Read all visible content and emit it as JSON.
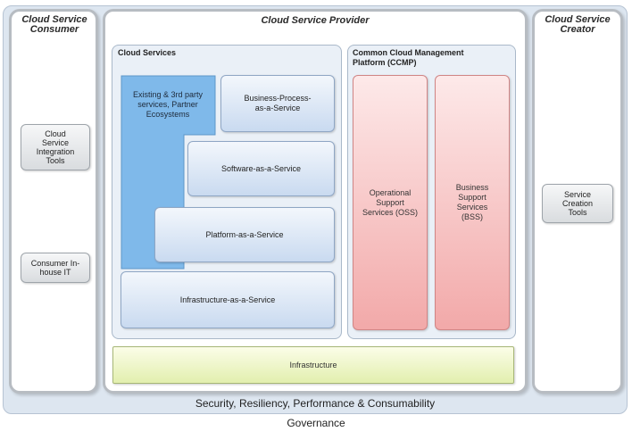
{
  "consumer": {
    "title": "Cloud Service Consumer",
    "items": [
      "Cloud Service Integration Tools",
      "Consumer In-house IT"
    ]
  },
  "provider": {
    "title": "Cloud Service Provider",
    "cloud_services": {
      "title": "Cloud Services",
      "existing": "Existing & 3rd party services, Partner Ecosystems",
      "bpaas": "Business-Process-as-a-Service",
      "saas": "Software-as-a-Service",
      "paas": "Platform-as-a-Service",
      "iaas": "Infrastructure-as-a-Service"
    },
    "ccmp": {
      "title": "Common Cloud Management Platform (CCMP)",
      "oss": "Operational Support Services (OSS)",
      "bss": "Business Support Services (BSS)"
    },
    "infrastructure": "Infrastructure"
  },
  "creator": {
    "title": "Cloud Service Creator",
    "items": [
      "Service Creation Tools"
    ]
  },
  "security": "Security, Resiliency, Performance & Consumability",
  "governance": "Governance",
  "colors": {
    "service_blue": "#c9daf0",
    "existing_blue": "#7fb9ea",
    "support_pink": "#f2a9a9",
    "infrastructure_green": "#e2efae"
  }
}
